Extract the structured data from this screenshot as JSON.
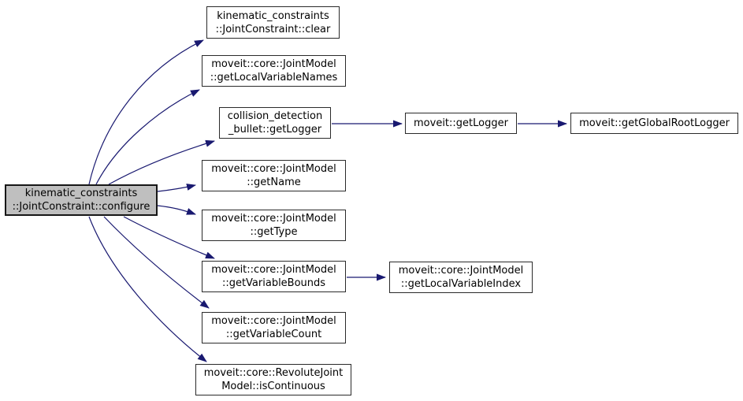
{
  "diagram": {
    "type": "doxygen-call-graph",
    "colors": {
      "background": "#ffffff",
      "edge": "#191970",
      "node_border": "#2a2a2a",
      "node_fill": "#ffffff",
      "current_node_fill": "#bfbfbf",
      "text": "#000000"
    },
    "nodes": {
      "configure": {
        "lines": [
          "kinematic_constraints",
          "::JointConstraint::configure"
        ],
        "current": true
      },
      "clear": {
        "lines": [
          "kinematic_constraints",
          "::JointConstraint::clear"
        ]
      },
      "get_local_variable_names": {
        "lines": [
          "moveit::core::JointModel",
          "::getLocalVariableNames"
        ]
      },
      "bullet_get_logger": {
        "lines": [
          "collision_detection",
          "_bullet::getLogger"
        ]
      },
      "moveit_get_logger": {
        "lines": [
          "moveit::getLogger"
        ]
      },
      "get_global_root_logger": {
        "lines": [
          "moveit::getGlobalRootLogger"
        ]
      },
      "get_name": {
        "lines": [
          "moveit::core::JointModel",
          "::getName"
        ]
      },
      "get_type": {
        "lines": [
          "moveit::core::JointModel",
          "::getType"
        ]
      },
      "get_variable_bounds": {
        "lines": [
          "moveit::core::JointModel",
          "::getVariableBounds"
        ]
      },
      "get_local_variable_index": {
        "lines": [
          "moveit::core::JointModel",
          "::getLocalVariableIndex"
        ]
      },
      "get_variable_count": {
        "lines": [
          "moveit::core::JointModel",
          "::getVariableCount"
        ]
      },
      "is_continuous": {
        "lines": [
          "moveit::core::RevoluteJoint",
          "Model::isContinuous"
        ]
      }
    },
    "edges": [
      {
        "from": "configure",
        "to": "clear"
      },
      {
        "from": "configure",
        "to": "get_local_variable_names"
      },
      {
        "from": "configure",
        "to": "bullet_get_logger"
      },
      {
        "from": "configure",
        "to": "get_name"
      },
      {
        "from": "configure",
        "to": "get_type"
      },
      {
        "from": "configure",
        "to": "get_variable_bounds"
      },
      {
        "from": "configure",
        "to": "get_variable_count"
      },
      {
        "from": "configure",
        "to": "is_continuous"
      },
      {
        "from": "bullet_get_logger",
        "to": "moveit_get_logger"
      },
      {
        "from": "moveit_get_logger",
        "to": "get_global_root_logger"
      },
      {
        "from": "get_variable_bounds",
        "to": "get_local_variable_index"
      }
    ]
  }
}
